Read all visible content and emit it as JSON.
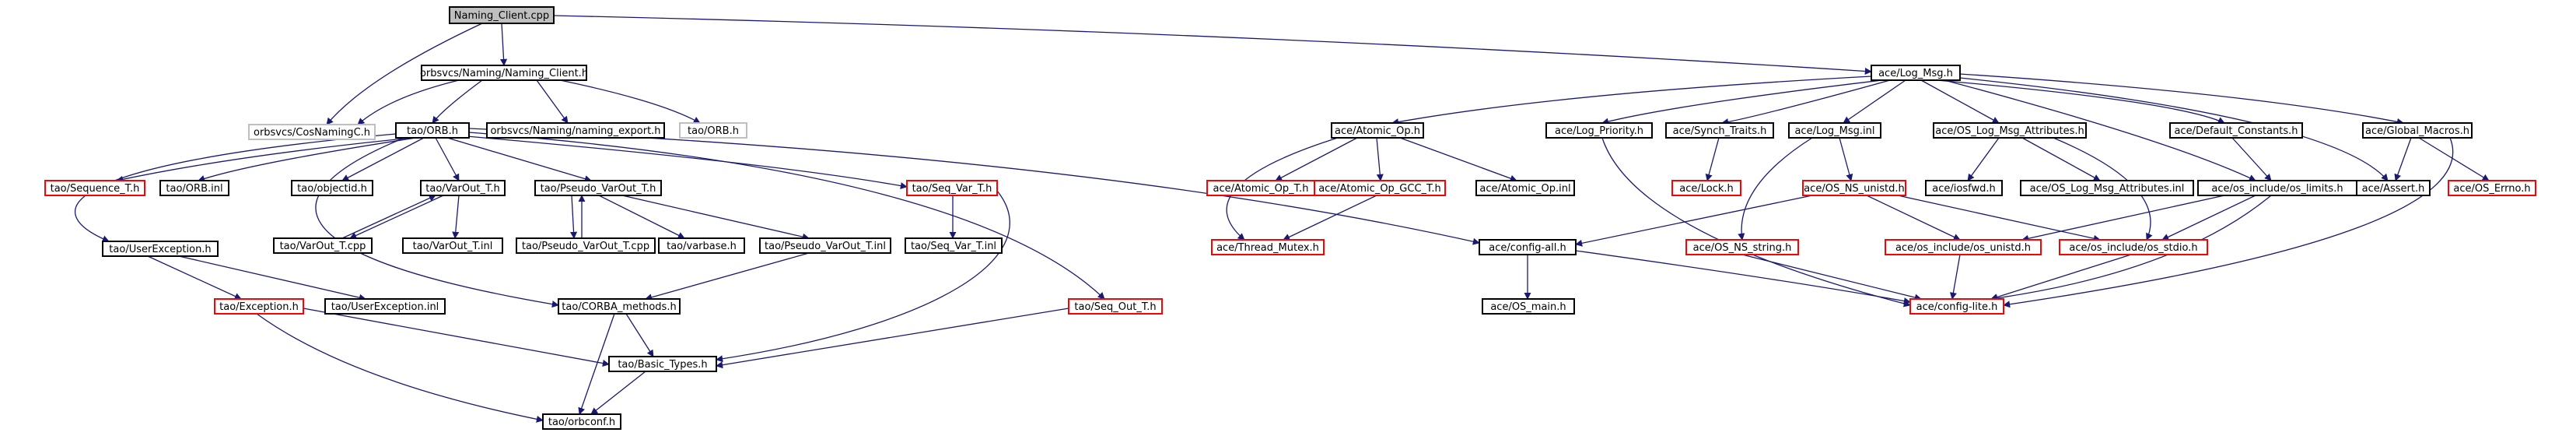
{
  "graph": {
    "colors": {
      "edge": "#191970",
      "box_default": "#000000",
      "box_missing": "#ff0000",
      "box_external": "#bfbfbf",
      "root_fill": "#bfbfbf"
    },
    "nodes": [
      {
        "id": "n_root",
        "label": "Naming_Client.cpp",
        "style": "root"
      },
      {
        "id": "n_cosnaming",
        "label": "orbsvcs/CosNamingC.h",
        "style": "gray"
      },
      {
        "id": "n_namingclient",
        "label": "orbsvcs/Naming/Naming_Client.h",
        "style": "black"
      },
      {
        "id": "n_logmsg",
        "label": "ace/Log_Msg.h",
        "style": "black"
      },
      {
        "id": "n_orbh",
        "label": "tao/ORB.h",
        "style": "black"
      },
      {
        "id": "n_export",
        "label": "orbsvcs/Naming/naming_export.h",
        "style": "black"
      },
      {
        "id": "n_orbh2",
        "label": "tao/ORB.h",
        "style": "gray"
      },
      {
        "id": "n_sequence",
        "label": "tao/Sequence_T.h",
        "style": "red"
      },
      {
        "id": "n_orbinl",
        "label": "tao/ORB.inl",
        "style": "black"
      },
      {
        "id": "n_objectid",
        "label": "tao/objectid.h",
        "style": "black"
      },
      {
        "id": "n_varout",
        "label": "tao/VarOut_T.h",
        "style": "black"
      },
      {
        "id": "n_pvarout",
        "label": "tao/Pseudo_VarOut_T.h",
        "style": "black"
      },
      {
        "id": "n_seqvar",
        "label": "tao/Seq_Var_T.h",
        "style": "red"
      },
      {
        "id": "n_userexc",
        "label": "tao/UserException.h",
        "style": "black"
      },
      {
        "id": "n_varoutcpp",
        "label": "tao/VarOut_T.cpp",
        "style": "black"
      },
      {
        "id": "n_varoutinl",
        "label": "tao/VarOut_T.inl",
        "style": "black"
      },
      {
        "id": "n_pvaroutcpp",
        "label": "tao/Pseudo_VarOut_T.cpp",
        "style": "black"
      },
      {
        "id": "n_varbase",
        "label": "tao/varbase.h",
        "style": "black"
      },
      {
        "id": "n_pvaroutinl",
        "label": "tao/Pseudo_VarOut_T.inl",
        "style": "black"
      },
      {
        "id": "n_seqvarinl",
        "label": "tao/Seq_Var_T.inl",
        "style": "black"
      },
      {
        "id": "n_exception",
        "label": "tao/Exception.h",
        "style": "red"
      },
      {
        "id": "n_userexcinl",
        "label": "tao/UserException.inl",
        "style": "black"
      },
      {
        "id": "n_corba",
        "label": "tao/CORBA_methods.h",
        "style": "black"
      },
      {
        "id": "n_seqout",
        "label": "tao/Seq_Out_T.h",
        "style": "red"
      },
      {
        "id": "n_basictypes",
        "label": "tao/Basic_Types.h",
        "style": "black"
      },
      {
        "id": "n_orbconf",
        "label": "tao/orbconf.h",
        "style": "black"
      },
      {
        "id": "n_atomicop",
        "label": "ace/Atomic_Op.h",
        "style": "black"
      },
      {
        "id": "n_logpri",
        "label": "ace/Log_Priority.h",
        "style": "black"
      },
      {
        "id": "n_synch",
        "label": "ace/Synch_Traits.h",
        "style": "black"
      },
      {
        "id": "n_logmsginl",
        "label": "ace/Log_Msg.inl",
        "style": "black"
      },
      {
        "id": "n_oslogattr",
        "label": "ace/OS_Log_Msg_Attributes.h",
        "style": "black"
      },
      {
        "id": "n_defconst",
        "label": "ace/Default_Constants.h",
        "style": "black"
      },
      {
        "id": "n_globalmacros",
        "label": "ace/Global_Macros.h",
        "style": "black"
      },
      {
        "id": "n_atomicopt",
        "label": "ace/Atomic_Op_T.h",
        "style": "red"
      },
      {
        "id": "n_atomicgcc",
        "label": "ace/Atomic_Op_GCC_T.h",
        "style": "red"
      },
      {
        "id": "n_atomicinl",
        "label": "ace/Atomic_Op.inl",
        "style": "black"
      },
      {
        "id": "n_lock",
        "label": "ace/Lock.h",
        "style": "red"
      },
      {
        "id": "n_osnsunistd",
        "label": "ace/OS_NS_unistd.h",
        "style": "red"
      },
      {
        "id": "n_iosfwd",
        "label": "ace/iosfwd.h",
        "style": "black"
      },
      {
        "id": "n_oslogattrinl",
        "label": "ace/OS_Log_Msg_Attributes.inl",
        "style": "black"
      },
      {
        "id": "n_oslimits",
        "label": "ace/os_include/os_limits.h",
        "style": "black"
      },
      {
        "id": "n_assert",
        "label": "ace/Assert.h",
        "style": "black"
      },
      {
        "id": "n_errno",
        "label": "ace/OS_Errno.h",
        "style": "red"
      },
      {
        "id": "n_threadmutex",
        "label": "ace/Thread_Mutex.h",
        "style": "red"
      },
      {
        "id": "n_configall",
        "label": "ace/config-all.h",
        "style": "black"
      },
      {
        "id": "n_osnsstring",
        "label": "ace/OS_NS_string.h",
        "style": "red"
      },
      {
        "id": "n_osunistd",
        "label": "ace/os_include/os_unistd.h",
        "style": "red"
      },
      {
        "id": "n_osstdio",
        "label": "ace/os_include/os_stdio.h",
        "style": "red"
      },
      {
        "id": "n_osmain",
        "label": "ace/OS_main.h",
        "style": "black"
      },
      {
        "id": "n_configlite",
        "label": "ace/config-lite.h",
        "style": "red"
      }
    ]
  }
}
